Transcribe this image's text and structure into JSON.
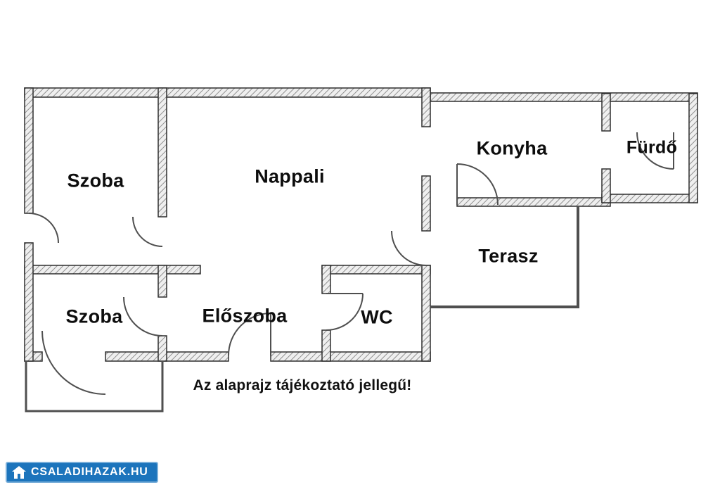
{
  "page": {
    "background": "#ffffff"
  },
  "floorplan": {
    "rooms": [
      {
        "id": "szoba-top",
        "label": "Szoba"
      },
      {
        "id": "nappali",
        "label": "Nappali"
      },
      {
        "id": "konyha",
        "label": "Konyha"
      },
      {
        "id": "furdo",
        "label": "Fürdő"
      },
      {
        "id": "terasz",
        "label": "Terasz"
      },
      {
        "id": "szoba-bottom",
        "label": "Szoba"
      },
      {
        "id": "eloszoba",
        "label": "Előszoba"
      },
      {
        "id": "wc",
        "label": "WC"
      }
    ],
    "disclaimer": "Az alaprajz tájékoztató jellegű!",
    "colors": {
      "background": "#ffffff",
      "wall_outline": "#2e2e2e",
      "wall_hatch": "#909090",
      "wall_fill": "#efefef",
      "door_line": "#4f4f4f",
      "label_text": "#0d0d0d"
    }
  },
  "watermark": {
    "text": "CSALADIHAZAK.HU",
    "icon": "house-icon",
    "background": "#1c74bc",
    "text_color": "#ffffff"
  }
}
